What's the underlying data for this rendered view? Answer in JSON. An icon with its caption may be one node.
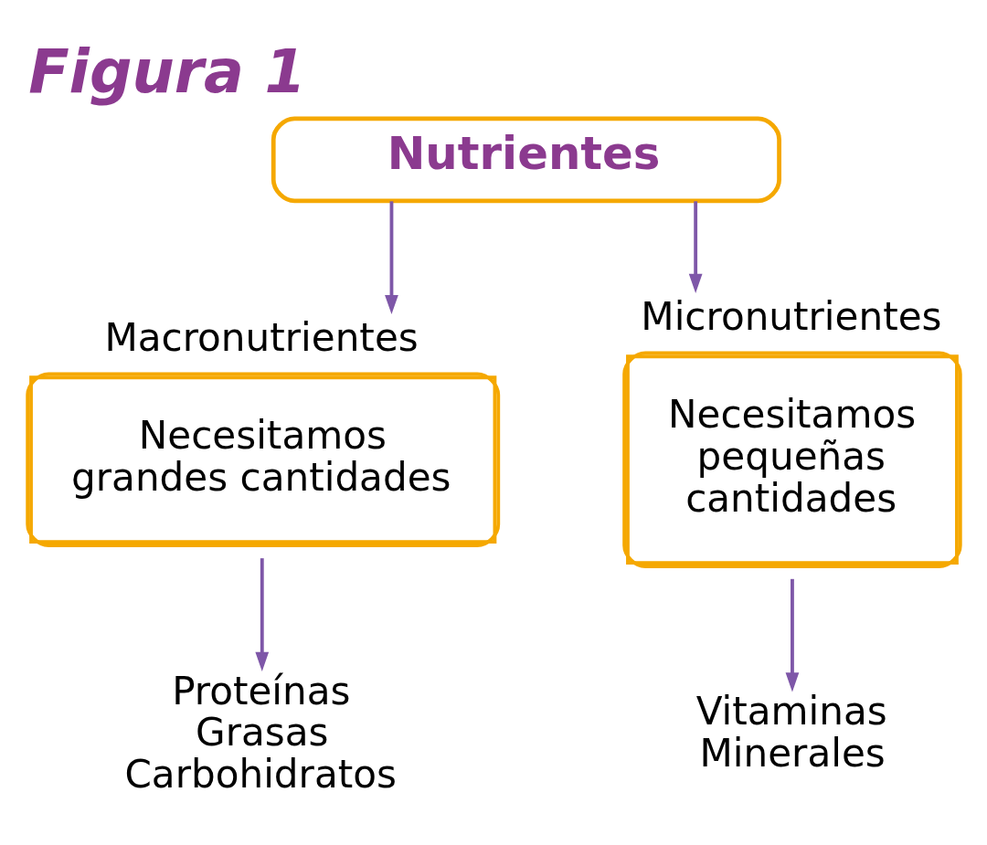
{
  "diagram": {
    "title": "Figura 1",
    "nodes": [
      {
        "text": [
          "Nutrientes"
        ]
      },
      {
        "text": [
          "Macronutrientes",
          "Necesitamos grandes cantidades"
        ]
      },
      {
        "text": [
          "Micronutrientes",
          "Necesitamos pequeñas cantidades"
        ]
      },
      {
        "text": [
          "Proteínas",
          "Grasas",
          "Carbohidratos"
        ]
      },
      {
        "text": [
          "Vitaminas",
          "Minerales"
        ]
      }
    ],
    "edges": [
      {
        "from": 0,
        "to": 1,
        "arrow": "to"
      },
      {
        "from": 0,
        "to": 2,
        "arrow": "to"
      },
      {
        "from": 1,
        "to": 3,
        "arrow": "to"
      },
      {
        "from": 2,
        "to": 4,
        "arrow": "to"
      }
    ]
  }
}
